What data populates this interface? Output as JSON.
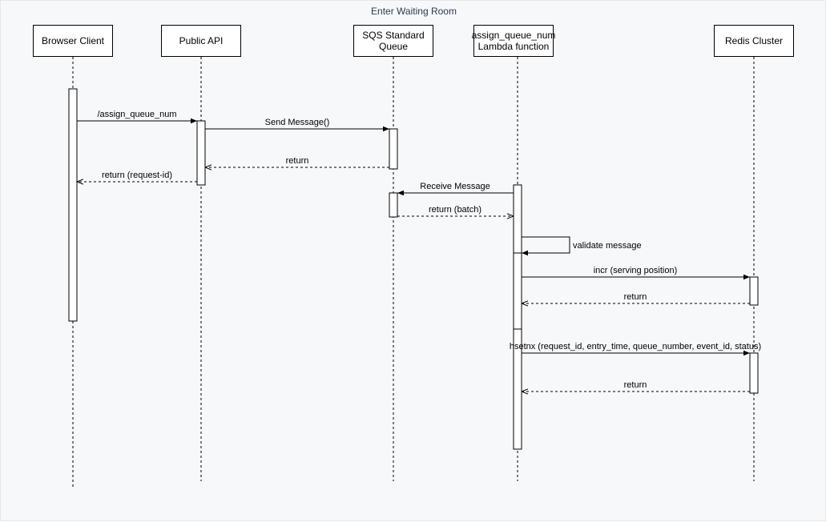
{
  "title": "Enter Waiting Room",
  "actors": [
    {
      "label": "Browser Client"
    },
    {
      "label": "Public API"
    },
    {
      "label": "SQS Standard Queue"
    },
    {
      "label": "assign_queue_num\nLambda function"
    },
    {
      "label": "Redis Cluster"
    }
  ],
  "messages": [
    {
      "label": "/assign_queue_num",
      "kind": "sync"
    },
    {
      "label": "Send Message()",
      "kind": "sync"
    },
    {
      "label": "return",
      "kind": "return"
    },
    {
      "label": "return (request-id)",
      "kind": "return"
    },
    {
      "label": "Receive Message",
      "kind": "sync"
    },
    {
      "label": "return (batch)",
      "kind": "return"
    },
    {
      "label": "validate message",
      "kind": "self"
    },
    {
      "label": "incr (serving position)",
      "kind": "sync"
    },
    {
      "label": "return",
      "kind": "return"
    },
    {
      "label": "hsetnx (request_id, entry_time, queue_number, event_id, status)",
      "kind": "sync"
    },
    {
      "label": "return",
      "kind": "return"
    }
  ],
  "colors": {
    "background": "#f7f8fa",
    "line": "#000000",
    "title": "#2b3a4f"
  }
}
